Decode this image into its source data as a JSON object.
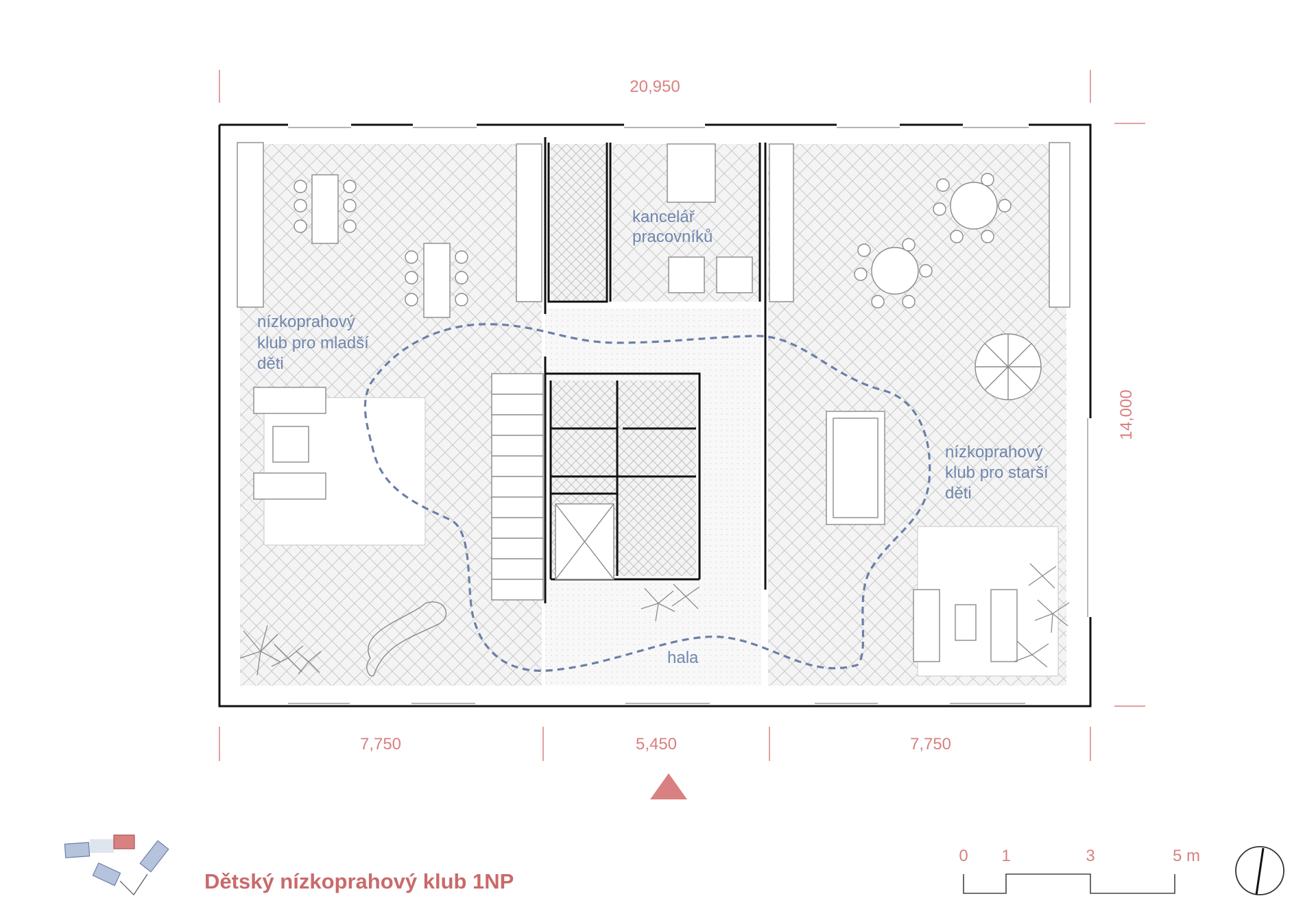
{
  "dimensions": {
    "total_width": "20,950",
    "left_width": "7,750",
    "middle_width": "5,450",
    "right_width": "7,750",
    "depth": "14,000"
  },
  "rooms": {
    "office_line1": "kancelář",
    "office_line2": "pracovníků",
    "younger_line1": "nízkoprahový",
    "younger_line2": "klub pro mladší",
    "younger_line3": "děti",
    "older_line1": "nízkoprahový",
    "older_line2": "klub pro starší",
    "older_line3": "děti",
    "hall": "hala"
  },
  "title": "Dětský nízkoprahový klub 1NP",
  "scale_bar": {
    "label_0": "0",
    "label_1": "1",
    "label_3": "3",
    "label_5": "5 m"
  },
  "colors": {
    "dimension": "#d98080",
    "room_label": "#7086ad",
    "path_dashed": "#6a7fa8",
    "title": "#c96a6a",
    "entrance_arrow": "#d98080",
    "locator_blue": "#b6c3dc",
    "locator_red": "#d98080"
  },
  "icons": {
    "entrance": "triangle-up-icon",
    "north": "north-arrow-icon"
  }
}
